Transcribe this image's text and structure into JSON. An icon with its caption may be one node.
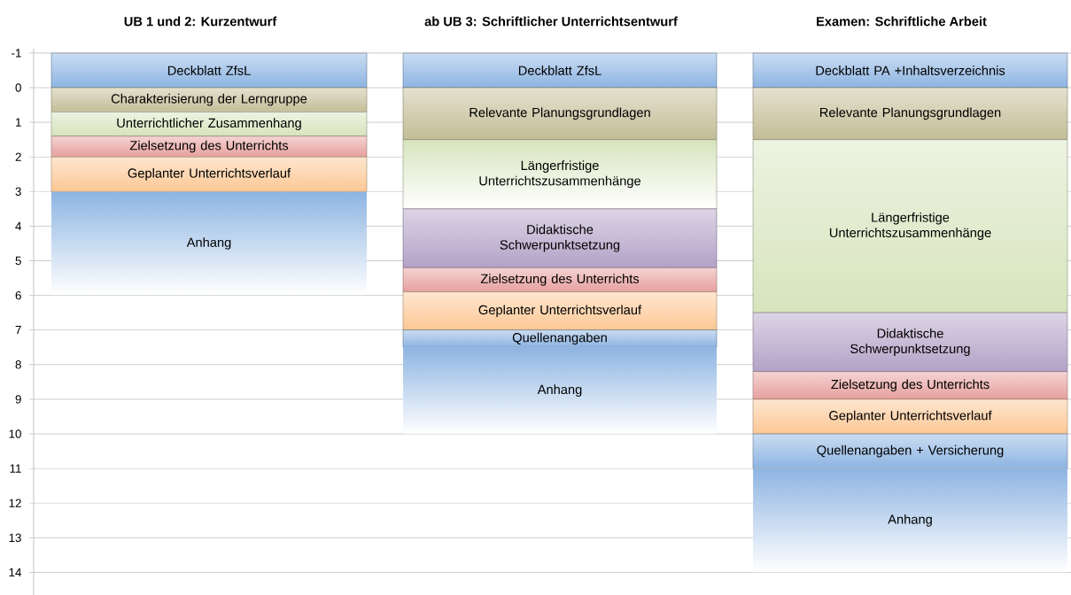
{
  "diagram": {
    "nodes": [
      {
        "text": [
          "Deckblatt ZfsL"
        ]
      },
      {
        "text": [
          "Charakterisierung der Lerngruppe"
        ]
      },
      {
        "text": [
          "Unterrichtlicher Zusammenhang"
        ]
      },
      {
        "text": [
          "Zielsetzung des Unterrichts"
        ]
      },
      {
        "text": [
          "Geplanter Unterrichtsverlauf"
        ]
      },
      {
        "text": [
          "Anhang"
        ]
      },
      {
        "text": [
          "Deckblatt ZfsL"
        ]
      },
      {
        "text": [
          "Relevante Planungsgrundlagen"
        ]
      },
      {
        "text": [
          "Längerfristige Unterrichtszusammenhänge"
        ]
      },
      {
        "text": [
          "Didaktische Schwerpunktsetzung"
        ]
      },
      {
        "text": [
          "Zielsetzung des Unterrichts"
        ]
      },
      {
        "text": [
          "Geplanter Unterrichtsverlauf"
        ]
      },
      {
        "text": [
          "Quellenangaben"
        ]
      },
      {
        "text": [
          "Anhang"
        ]
      },
      {
        "text": [
          "Deckblatt PA +Inhaltsverzeichnis"
        ]
      },
      {
        "text": [
          "Relevante Planungsgrundlagen"
        ]
      },
      {
        "text": [
          "Längerfristige Unterrichtszusammenhänge"
        ]
      },
      {
        "text": [
          "Didaktische Schwerpunktsetzung"
        ]
      },
      {
        "text": [
          "Zielsetzung des Unterrichts"
        ]
      },
      {
        "text": [
          "Geplanter Unterrichtsverlauf"
        ]
      },
      {
        "text": [
          "Quellenangaben + Versicherung"
        ]
      },
      {
        "text": [
          "Anhang"
        ]
      }
    ],
    "labels": [
      "UB 1 und 2:  Kurzentwurf",
      "ab UB 3: Schriftlicher Unterrichtsentwurf",
      "Examen: Schriftliche Arbeit",
      "-1",
      "0",
      "1",
      "2",
      "3",
      "4",
      "5",
      "6",
      "7",
      "8",
      "9",
      "10",
      "11",
      "12",
      "13",
      "14"
    ]
  }
}
